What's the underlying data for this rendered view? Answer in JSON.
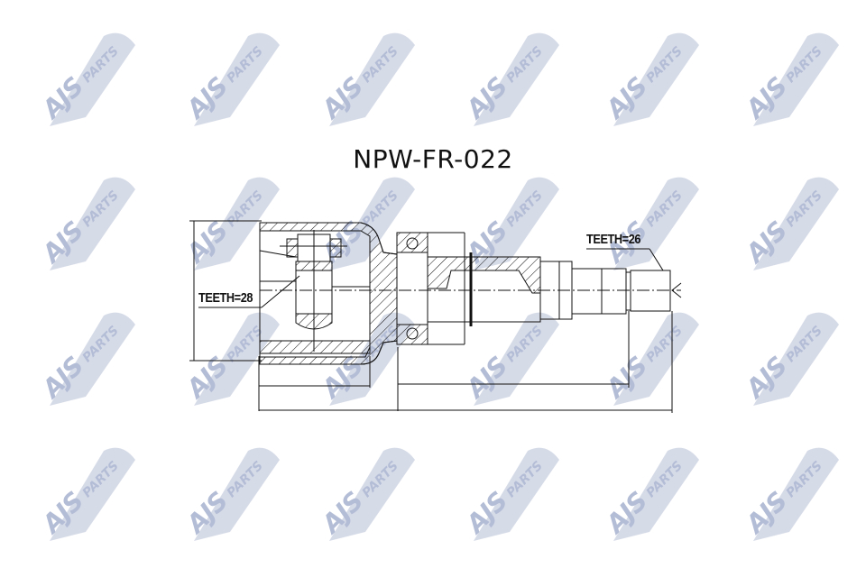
{
  "title": "NPW-FR-022",
  "watermark": {
    "brand": "AJS",
    "suffix": "PARTS",
    "color": "#b4bdd6",
    "grid": {
      "cols": [
        35,
        195,
        345,
        505,
        660,
        815
      ],
      "rows": [
        30,
        190,
        340,
        490
      ]
    }
  },
  "labels": {
    "teeth_inner": "TEETH=28",
    "teeth_outer": "TEETH=26"
  },
  "colors": {
    "line": "#111111",
    "background": "#ffffff"
  }
}
